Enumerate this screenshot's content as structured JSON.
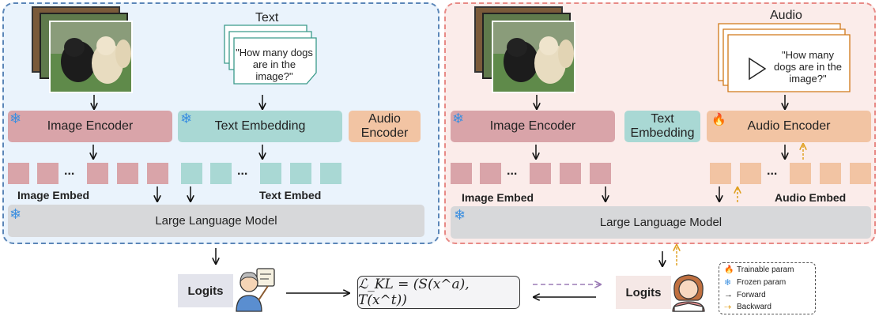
{
  "left": {
    "text_title": "Text",
    "prompt": "\"How many dogs are in the image?\"",
    "image_encoder": "Image Encoder",
    "text_embedding": "Text Embedding",
    "audio_encoder": "Audio Encoder",
    "image_embed": "Image Embed",
    "text_embed": "Text Embed",
    "llm": "Large Language Model",
    "dots": "..."
  },
  "right": {
    "audio_title": "Audio",
    "prompt": "\"How many dogs are in the image?\"",
    "image_encoder": "Image Encoder",
    "text_embedding": "Text Embedding",
    "audio_encoder": "Audio Encoder",
    "image_embed": "Image Embed",
    "audio_embed": "Audio Embed",
    "llm": "Large Language Model",
    "dots": "..."
  },
  "bottom": {
    "logits_left": "Logits",
    "logits_right": "Logits",
    "formula": "ℒ_KL = (S(x^a), T(x^t))"
  },
  "legend": {
    "trainable": "Trainable param",
    "frozen": "Frozen param",
    "forward": "Forward",
    "backward": "Backward"
  },
  "colors": {
    "left_panel": "#eaf3fc",
    "right_panel": "#fbecea",
    "image": "#d9a4a9",
    "text": "#a9d8d4",
    "audio": "#f2c4a3",
    "llm": "#d7d8da",
    "backward": "#e0a020",
    "dashed_purple": "#9b7bb5"
  },
  "icons": [
    "snowflake-icon",
    "fire-icon",
    "teacher-icon",
    "student-icon",
    "play-icon"
  ]
}
